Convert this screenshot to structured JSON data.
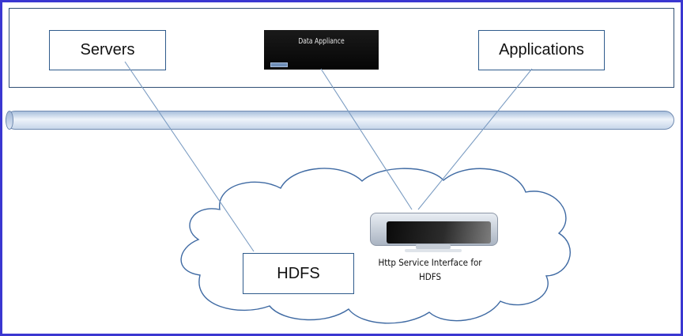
{
  "diagram": {
    "top_panel": {
      "servers_label": "Servers",
      "data_appliance_label": "Data Appliance",
      "applications_label": "Applications"
    },
    "cloud": {
      "hdfs_label": "HDFS",
      "service_interface_line1": "Http Service Interface for",
      "service_interface_line2": "HDFS"
    },
    "connections": [
      {
        "from": "Servers",
        "to": "HDFS"
      },
      {
        "from": "Data Appliance",
        "to": "Http Service Interface for HDFS"
      },
      {
        "from": "Applications",
        "to": "Http Service Interface for HDFS"
      }
    ]
  },
  "colors": {
    "frame": "#3a37d1",
    "box_border": "#2f5b8c",
    "wire": "#7b9cc2",
    "cloud_fill": "#ffffff",
    "cloud_stroke": "#3f6aa3",
    "pipe": "#c7d6ea"
  },
  "icons": {
    "monitor": "monitor-icon",
    "appliance": "server-appliance-icon"
  }
}
